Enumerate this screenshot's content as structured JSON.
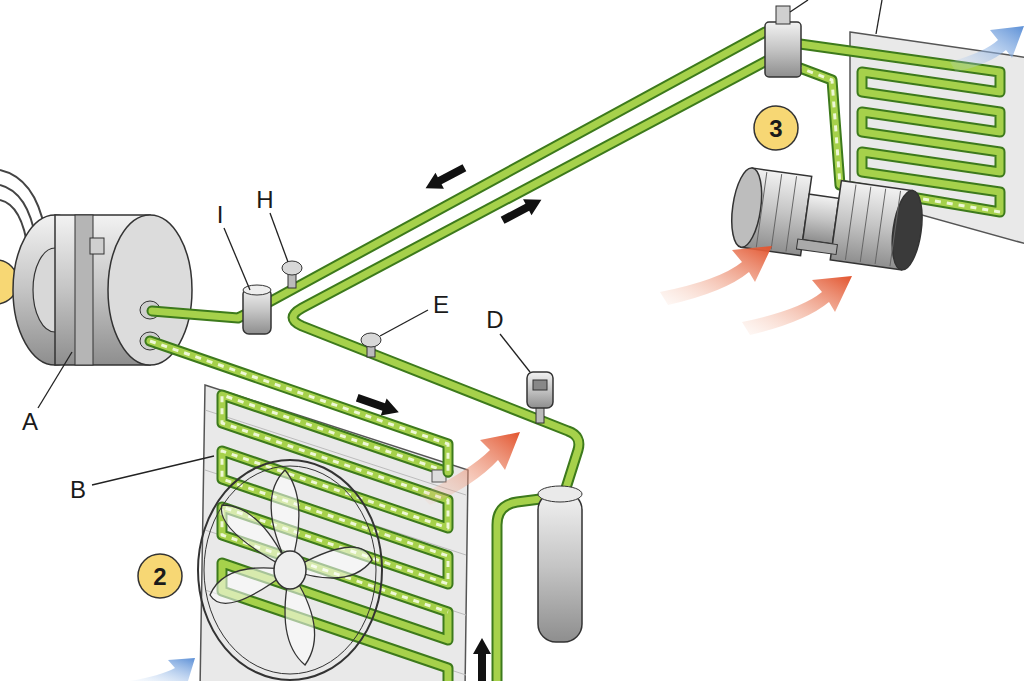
{
  "diagram": {
    "labels": [
      "I",
      "H",
      "E",
      "D",
      "A",
      "B",
      "2",
      "3"
    ]
  }
}
